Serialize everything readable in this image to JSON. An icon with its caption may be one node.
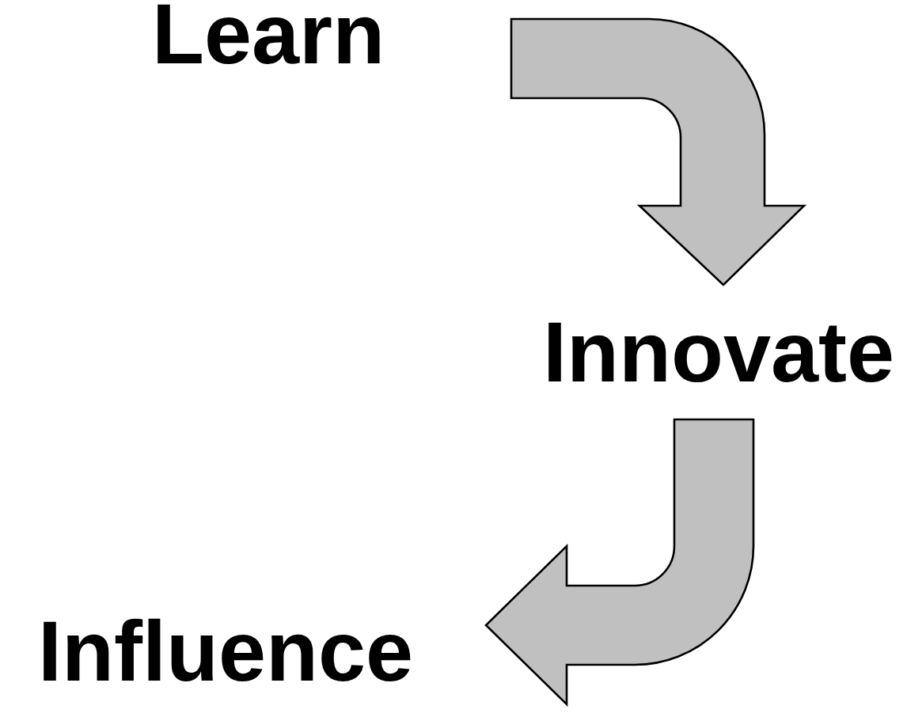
{
  "diagram": {
    "nodes": [
      {
        "text": [
          "Learn"
        ]
      },
      {
        "text": [
          "Innovate"
        ]
      },
      {
        "text": [
          "Influence"
        ]
      }
    ],
    "edges": [
      {
        "from": 0,
        "to": 1,
        "arrow": "to"
      },
      {
        "from": 1,
        "to": 2,
        "arrow": "to"
      }
    ]
  }
}
